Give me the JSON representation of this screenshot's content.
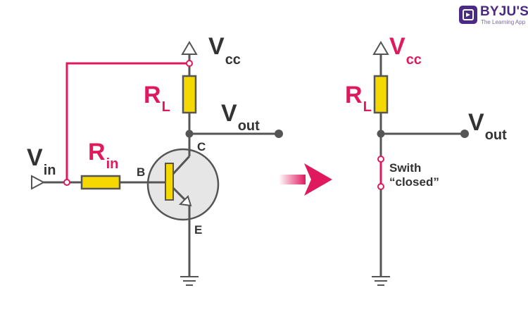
{
  "brand": {
    "name": "BYJU'S",
    "tagline": "The Learning App",
    "color": "#4a2a84"
  },
  "colors": {
    "wire": "#555555",
    "highlight": "#e0195e",
    "resistor_fill": "#f5d800",
    "resistor_stroke": "#555555",
    "transistor_fill": "#e6e6e6"
  },
  "left_circuit": {
    "vcc": {
      "main": "V",
      "sub": "cc"
    },
    "rl": {
      "main": "R",
      "sub": "L"
    },
    "vout": {
      "main": "V",
      "sub": "out"
    },
    "vin": {
      "main": "V",
      "sub": "in"
    },
    "rin": {
      "main": "R",
      "sub": "in"
    },
    "collector": "C",
    "base": "B",
    "emitter": "E"
  },
  "right_circuit": {
    "vcc": {
      "main": "V",
      "sub": "cc"
    },
    "rl": {
      "main": "R",
      "sub": "L"
    },
    "vout": {
      "main": "V",
      "sub": "out"
    },
    "switch_label_line1": "Swith",
    "switch_label_line2": "“closed”"
  }
}
